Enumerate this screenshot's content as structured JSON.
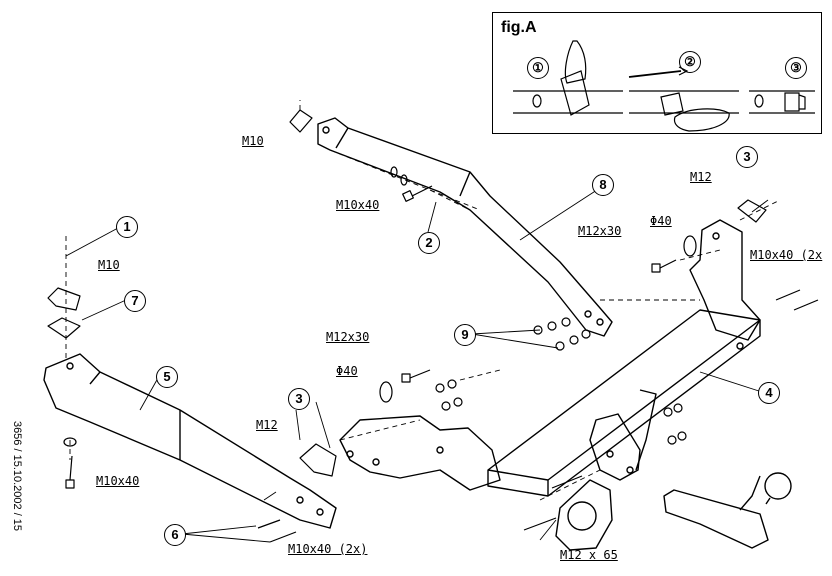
{
  "figure": {
    "title": "fig.A",
    "steps": [
      "①",
      "②",
      "③"
    ]
  },
  "parts": [
    "1",
    "2",
    "3",
    "3",
    "4",
    "5",
    "6",
    "7",
    "8",
    "9"
  ],
  "labels": {
    "m10_top": "M10",
    "m10x40_top": "M10x40",
    "m12_right": "M12",
    "m12x30_right": "M12x30",
    "phi40_right": "Φ40",
    "m10x40_2x_right": "M10x40 (2x",
    "m10_left": "M10",
    "m12x30_mid": "M12x30",
    "phi40_mid": "Φ40",
    "m12_mid": "M12",
    "m10x40_left": "M10x40",
    "m10x40_2x_bottom": "M10x40 (2x)",
    "m12x65": "M12 x 65"
  },
  "doc_ref": "3656 / 15.10.2002 / 15",
  "colors": {
    "line": "#000000",
    "background": "#ffffff"
  }
}
